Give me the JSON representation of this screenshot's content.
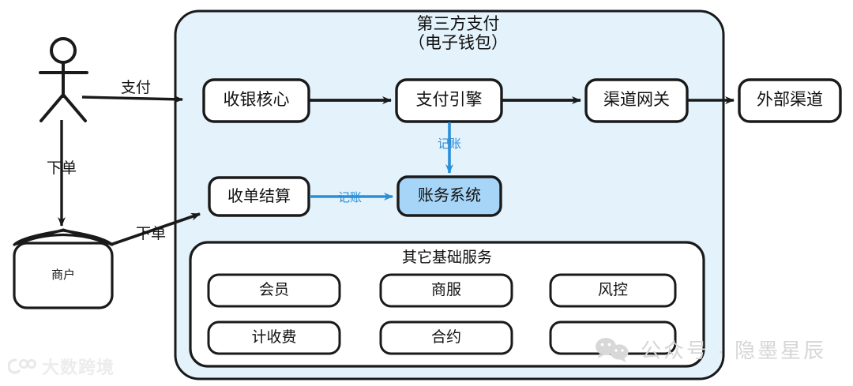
{
  "diagram": {
    "title_line1": "第三方支付",
    "title_line2": "（电子钱包）",
    "container_fill": "#e3f2fb",
    "container_stroke": "#1a1a1a",
    "accent_blue": "#2b8fd8",
    "highlight_fill": "#a6d5f7",
    "node_fill": "#ffffff",
    "node_stroke": "#1a1a1a"
  },
  "actors": {
    "user": {
      "name": "user-actor",
      "label": ""
    },
    "merchant": {
      "label": "商户"
    }
  },
  "nodes": {
    "cashier_core": {
      "label": "收银核心"
    },
    "payment_engine": {
      "label": "支付引擎"
    },
    "channel_gateway": {
      "label": "渠道网关"
    },
    "external_channel": {
      "label": "外部渠道"
    },
    "acquiring_settlement": {
      "label": "收单结算"
    },
    "accounting_system": {
      "label": "账务系统",
      "highlighted": true
    }
  },
  "edges": [
    {
      "from": "user",
      "to": "cashier_core",
      "label": "支付",
      "color": "#1a1a1a"
    },
    {
      "from": "user",
      "to": "merchant",
      "label": "下单",
      "color": "#1a1a1a"
    },
    {
      "from": "merchant",
      "to": "acquiring_settlement",
      "label": "下单",
      "color": "#1a1a1a"
    },
    {
      "from": "cashier_core",
      "to": "payment_engine",
      "label": "",
      "color": "#1a1a1a"
    },
    {
      "from": "payment_engine",
      "to": "channel_gateway",
      "label": "",
      "color": "#1a1a1a"
    },
    {
      "from": "channel_gateway",
      "to": "external_channel",
      "label": "",
      "color": "#1a1a1a"
    },
    {
      "from": "payment_engine",
      "to": "accounting_system",
      "label": "记账",
      "color": "#2b8fd8"
    },
    {
      "from": "acquiring_settlement",
      "to": "accounting_system",
      "label": "记账",
      "color": "#2b8fd8"
    }
  ],
  "base_services": {
    "title": "其它基础服务",
    "items": [
      {
        "label": "会员"
      },
      {
        "label": "商服"
      },
      {
        "label": "风控"
      },
      {
        "label": "计收费"
      },
      {
        "label": "合约"
      },
      {
        "label": ""
      }
    ]
  },
  "watermarks": {
    "bottom_left": "大数跨境",
    "bottom_right": "公众号 · 隐墨星辰"
  }
}
